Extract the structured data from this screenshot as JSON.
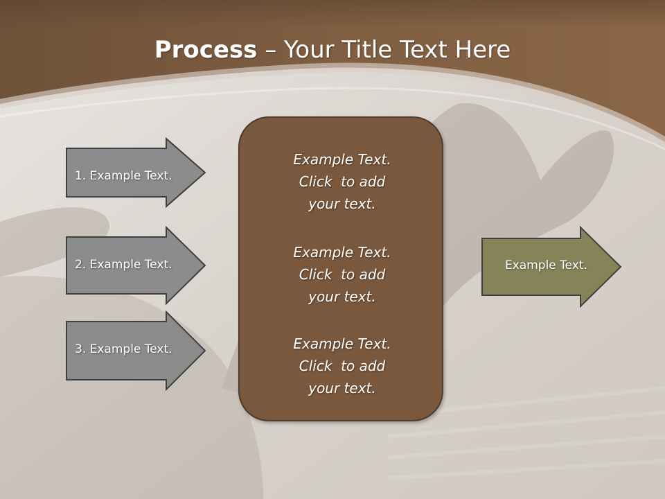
{
  "title": {
    "bold": "Process",
    "rest": " – Your Title Text Here"
  },
  "left_arrows": [
    {
      "label": "1. Example Text."
    },
    {
      "label": "2. Example Text."
    },
    {
      "label": "3. Example Text."
    }
  ],
  "center_box": {
    "blocks": [
      {
        "lines": [
          "Example Text.",
          "Click  to add",
          "your text."
        ]
      },
      {
        "lines": [
          "Example Text.",
          "Click  to add",
          "your text."
        ]
      },
      {
        "lines": [
          "Example Text.",
          "Click  to add",
          "your text."
        ]
      }
    ]
  },
  "right_arrow": {
    "label": "Example Text."
  },
  "colors": {
    "header_brown": "#7b5a3e",
    "center_box_fill": "#7a583d",
    "left_arrow_fill": "#8c8c8c",
    "right_arrow_fill": "#858459",
    "border": "#4a3b2c"
  }
}
